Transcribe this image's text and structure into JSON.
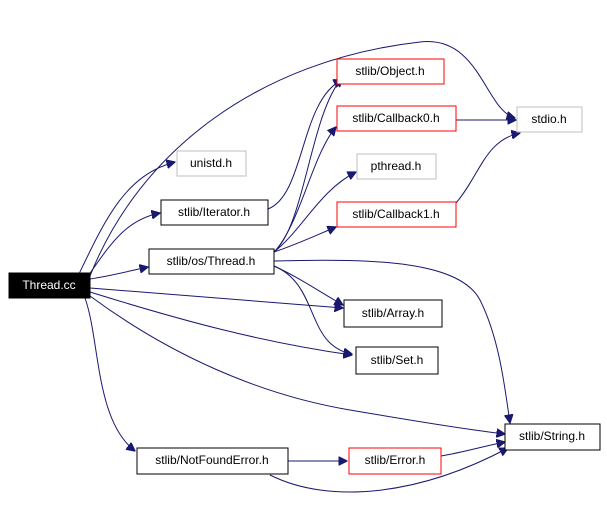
{
  "nodes": {
    "thread_cc": "Thread.cc",
    "stdio_h": "stdio.h",
    "unistd_h": "unistd.h",
    "iterator_h": "stlib/Iterator.h",
    "object_h": "stlib/Object.h",
    "callback0_h": "stlib/Callback0.h",
    "pthread_h": "pthread.h",
    "callback1_h": "stlib/Callback1.h",
    "os_thread_h": "stlib/os/Thread.h",
    "array_h": "stlib/Array.h",
    "set_h": "stlib/Set.h",
    "string_h": "stlib/String.h",
    "notfound_h": "stlib/NotFoundError.h",
    "error_h": "stlib/Error.h"
  }
}
